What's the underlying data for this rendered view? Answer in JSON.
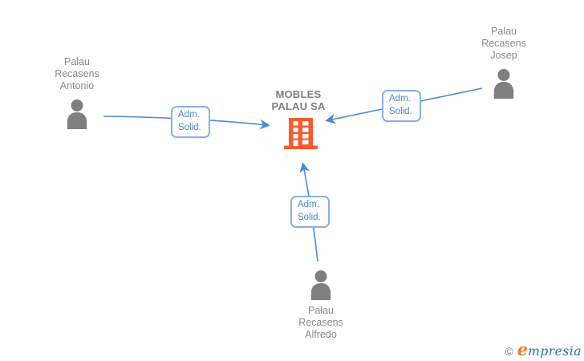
{
  "diagram": {
    "company": {
      "name_line1": "MOBLES",
      "name_line2": "PALAU SA"
    },
    "people": [
      {
        "line1": "Palau",
        "line2": "Recasens",
        "line3": "Antonio"
      },
      {
        "line1": "Palau",
        "line2": "Recasens",
        "line3": "Josep"
      },
      {
        "line1": "Palau",
        "line2": "Recasens",
        "line3": "Alfredo"
      }
    ],
    "relations": [
      {
        "line1": "Adm.",
        "line2": "Solid."
      },
      {
        "line1": "Adm.",
        "line2": "Solid."
      },
      {
        "line1": "Adm.",
        "line2": "Solid."
      }
    ]
  },
  "branding": {
    "copyright": "©",
    "logo_first_letter": "e",
    "logo_rest": "mpresia"
  },
  "colors": {
    "arrow_blue": "#4a89dc",
    "relation_text_blue": "#4e86d0",
    "relation_border_blue": "#87b0e9",
    "node_gray": "#7f7f7f",
    "name_text_gray": "#8b8b8b",
    "building_orange": "#f95b2e",
    "logo_orange": "#ef7c1e",
    "logo_teal": "#26798b"
  }
}
